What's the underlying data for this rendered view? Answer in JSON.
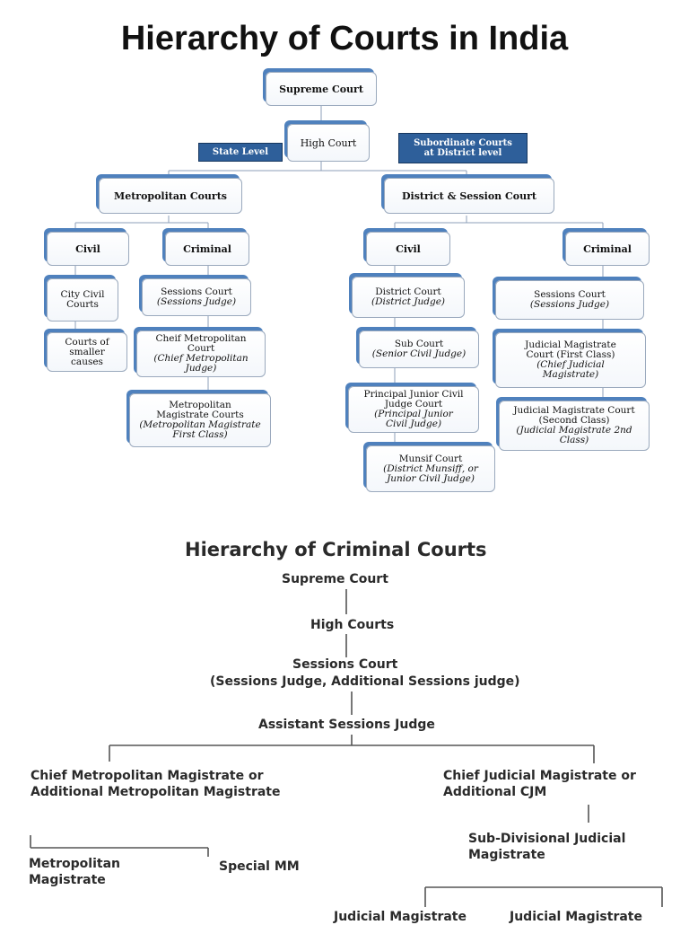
{
  "top": {
    "title": "Hierarchy of Courts in India",
    "supreme": "Supreme Court",
    "high": "High Court",
    "state_level": "State Level",
    "subordinate": "Subordinate Courts at District level",
    "metro": "Metropolitan Courts",
    "district": "District & Session Court",
    "metro_civil": "Civil",
    "metro_criminal": "Criminal",
    "dist_civil": "Civil",
    "dist_criminal": "Criminal",
    "city_civil": "City Civil Courts",
    "small_causes": "Courts of smaller causes",
    "sessions1": {
      "name": "Sessions Court",
      "judge": "(Sessions Judge)"
    },
    "cmm": {
      "name": "Cheif Metropolitan Court",
      "judge": "(Chief Metropolitan Judge)"
    },
    "mmc": {
      "name": "Metropolitan Magistrate Courts",
      "judge": "(Metropolitan Magistrate First Class)"
    },
    "district_court": {
      "name": "District Court",
      "judge": "(District Judge)"
    },
    "sub_court": {
      "name": "Sub Court",
      "judge": "(Senior Civil Judge)"
    },
    "pjc": {
      "name": "Principal Junior Civil Judge Court",
      "judge": "(Principal Junior Civil Judge)"
    },
    "munsif": {
      "name": "Munsif Court",
      "judge": "(District Munsiff, or Junior Civil Judge)"
    },
    "sessions2": {
      "name": "Sessions Court",
      "judge": "(Sessions Judge)"
    },
    "jm1": {
      "name": "Judicial Magistrate Court (First Class)",
      "judge": "(Chief Judicial Magistrate)"
    },
    "jm2": {
      "name": "Judicial Magistrate Court (Second Class)",
      "judge": "(Judicial Magistrate 2nd Class)"
    }
  },
  "criminal": {
    "title": "Hierarchy of Criminal Courts",
    "supreme": "Supreme Court",
    "high": "High Courts",
    "sessions": "Sessions Court",
    "sessions_sub": "(Sessions Judge, Additional Sessions judge)",
    "asj": "Assistant Sessions Judge",
    "cmm": "Chief Metropolitan Magistrate or Additional Metropolitan Magistrate",
    "cjm": "Chief Judicial Magistrate or Additional CJM",
    "mm": "Metropolitan Magistrate",
    "special_mm": "Special MM",
    "sdjm": "Sub-Divisional Judicial Magistrate",
    "jm_a": "Judicial Magistrate",
    "jm_b": "Judicial Magistrate"
  }
}
